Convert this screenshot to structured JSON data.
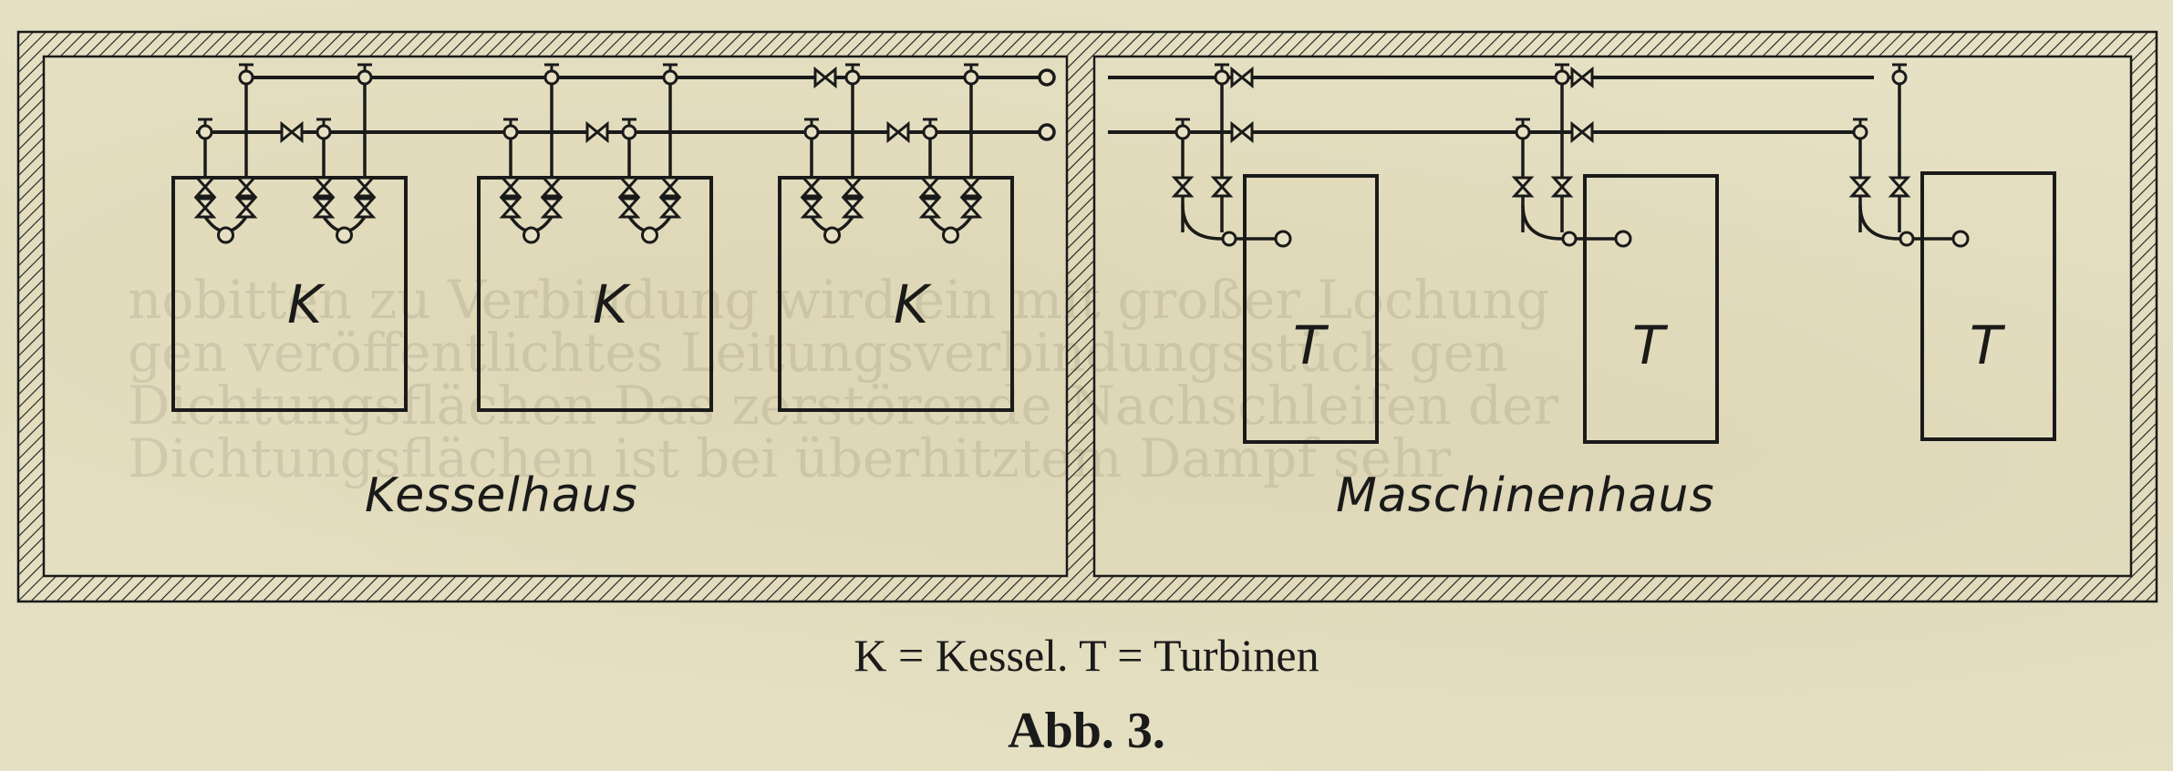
{
  "rooms": {
    "left_label": "Kesselhaus",
    "right_label": "Maschinenhaus"
  },
  "boilers": [
    {
      "label": "K"
    },
    {
      "label": "K"
    },
    {
      "label": "K"
    }
  ],
  "turbines": [
    {
      "label": "T"
    },
    {
      "label": "T"
    },
    {
      "label": "T"
    }
  ],
  "legend": "K = Kessel.  T = Turbinen",
  "caption": "Abb. 3.",
  "background_text": "nobitten zu Verbindung wird ein mit großer Lochung\ngen veröffentlichtes Leitungsverbindungsstück gen\nDichtungsflächen Das zerstörende Nachschleifen der\nDichtungsflächen ist bei überhitztem Dampf sehr",
  "colors": {
    "paper": "#e6e1c4",
    "ink": "#1a1a1a"
  }
}
